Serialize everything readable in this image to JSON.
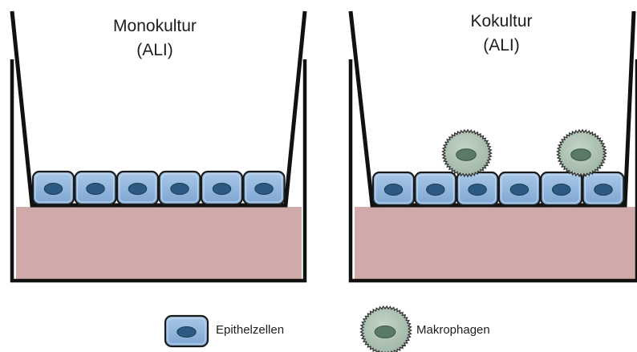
{
  "panels": [
    {
      "title_line1": "Monokultur",
      "title_line2": "(ALI)"
    },
    {
      "title_line1": "Kokultur",
      "title_line2": "(ALI)"
    }
  ],
  "legend": {
    "epithelial_label": "Epithelzellen",
    "macrophage_label": "Makrophagen"
  },
  "colors": {
    "medium": "#cfaaa8",
    "epithelial_fill": "#8fb4dc",
    "epithelial_nucleus": "#2d5a82",
    "macrophage_fill": "#b2c6b8",
    "macrophage_nucleus": "#5a7a66",
    "outline": "#111111"
  },
  "icons": [
    "epithelial-cell-icon",
    "macrophage-icon",
    "transwell-insert-icon"
  ]
}
